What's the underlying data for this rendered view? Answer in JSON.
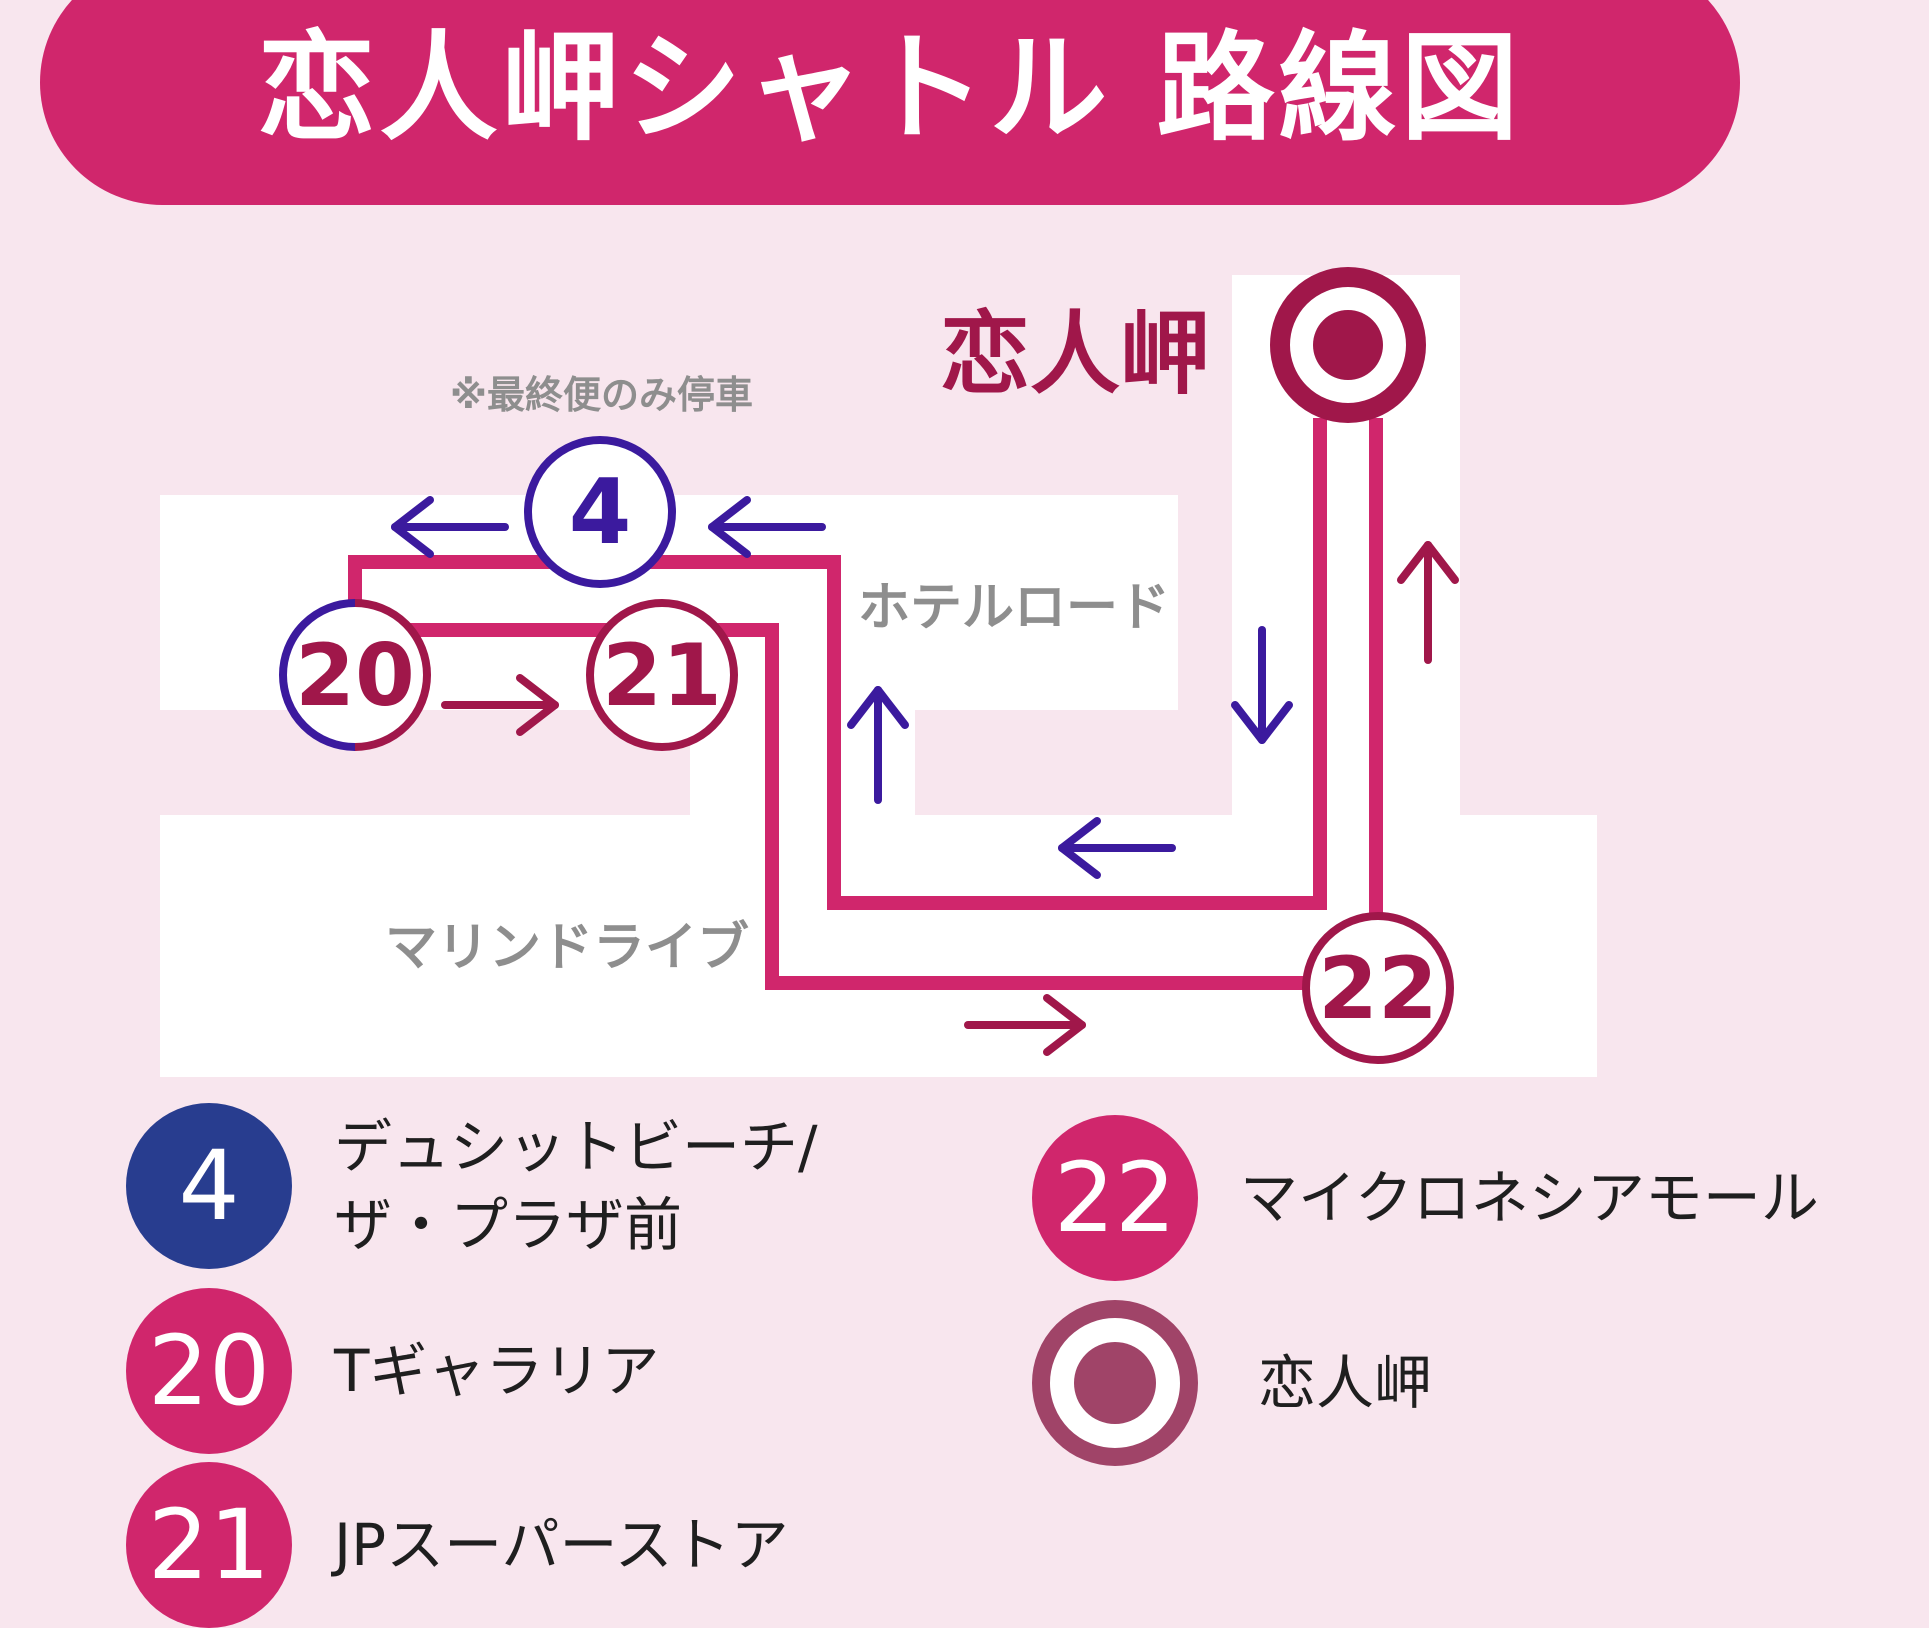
{
  "title": "恋人岬シャトル 路線図",
  "map": {
    "terminal_label": "恋人岬",
    "note": "※最終便のみ停車",
    "road_hotel": "ホテルロード",
    "road_marine": "マリンドライブ",
    "stops": [
      {
        "id": "4",
        "label": "4"
      },
      {
        "id": "20",
        "label": "20"
      },
      {
        "id": "21",
        "label": "21"
      },
      {
        "id": "22",
        "label": "22"
      }
    ]
  },
  "legend": [
    {
      "badge": "4",
      "line1": "デュシットビーチ/",
      "line2": "ザ・プラザ前",
      "color": "#283d8f"
    },
    {
      "badge": "20",
      "line1": "Tギャラリア",
      "color": "#d0266c"
    },
    {
      "badge": "21",
      "line1": "JPスーパーストア",
      "color": "#d0266c"
    },
    {
      "badge": "22",
      "line1": "マイクロネシアモール",
      "color": "#d0266c"
    },
    {
      "badge": "",
      "line1": "恋人岬",
      "color": "#a04468"
    }
  ],
  "colors": {
    "route": "#d0266c",
    "stop_red": "#a0174a",
    "stop_blue": "#3b1a9e",
    "road": "#ffffff",
    "bg": "#f8e6ee"
  }
}
